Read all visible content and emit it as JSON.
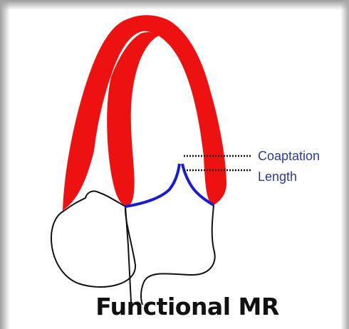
{
  "diagram": {
    "labels": {
      "coaptation": "Coaptation",
      "length": "Length"
    },
    "caption": "Functional MR"
  },
  "colors": {
    "chordae": "#ee1111",
    "leaflet": "#1a1ad0",
    "label": "#2b3a9a",
    "outline": "#111111"
  }
}
